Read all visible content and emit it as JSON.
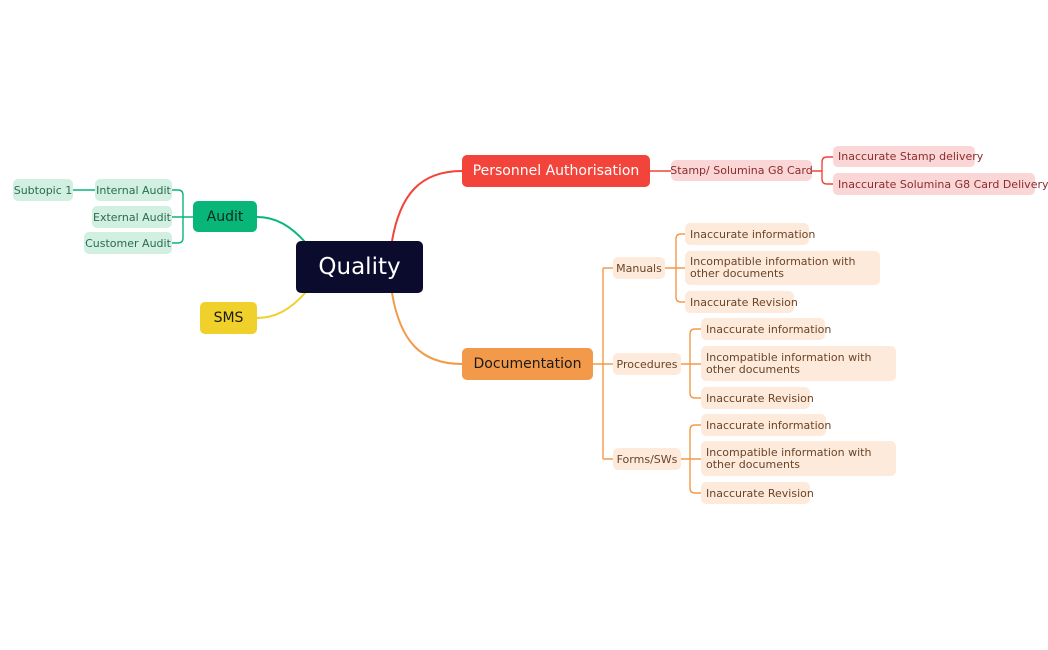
{
  "root": "Quality",
  "colors": {
    "red": "#f2443b",
    "orange": "#f29a49",
    "green": "#08b67a",
    "yellow": "#f0d02a",
    "root": "#0b0b2e"
  },
  "personnel": {
    "label": "Personnel Authorisation",
    "card": "Stamp/ Solumina G8 Card",
    "items": [
      "Inaccurate Stamp delivery",
      "Inaccurate Solumina G8 Card Delivery"
    ]
  },
  "documentation": {
    "label": "Documentation",
    "manuals": {
      "label": "Manuals",
      "items": [
        "Inaccurate information",
        "Incompatible information with other documents",
        "Inaccurate Revision"
      ]
    },
    "procedures": {
      "label": "Procedures",
      "items": [
        "Inaccurate information",
        "Incompatible information with other documents",
        "Inaccurate Revision"
      ]
    },
    "forms": {
      "label": "Forms/SWs",
      "items": [
        "Inaccurate information",
        "Incompatible information with other documents",
        "Inaccurate Revision"
      ]
    }
  },
  "audit": {
    "label": "Audit",
    "items": [
      "Internal Audit",
      "External Audit",
      "Customer Audit"
    ],
    "internal_sub": "Subtopic 1"
  },
  "sms": {
    "label": "SMS"
  }
}
